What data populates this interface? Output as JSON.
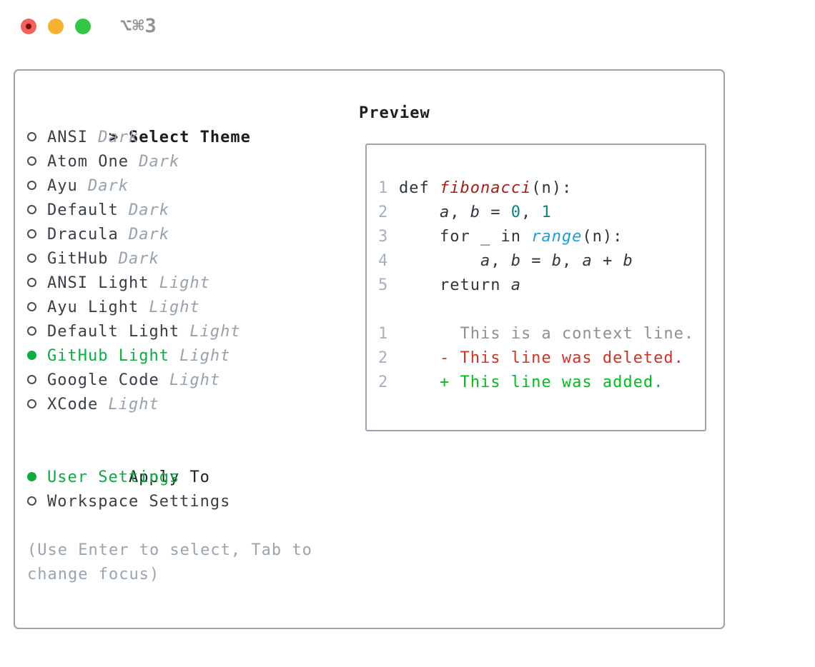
{
  "window": {
    "title": "⌥⌘3",
    "traffic_lights": [
      {
        "name": "close",
        "color": "#f4605b",
        "has_dot": true,
        "dot_color": "#7a100b"
      },
      {
        "name": "minimize",
        "color": "#f6b12f",
        "has_dot": false
      },
      {
        "name": "zoom",
        "color": "#33c748",
        "has_dot": false
      }
    ]
  },
  "theme_picker": {
    "header": {
      "prefix": ">",
      "label": "Select Theme"
    },
    "themes": [
      {
        "name": "ANSI",
        "variant": "Dark",
        "selected": false
      },
      {
        "name": "Atom One",
        "variant": "Dark",
        "selected": false
      },
      {
        "name": "Ayu",
        "variant": "Dark",
        "selected": false
      },
      {
        "name": "Default",
        "variant": "Dark",
        "selected": false
      },
      {
        "name": "Dracula",
        "variant": "Dark",
        "selected": false
      },
      {
        "name": "GitHub",
        "variant": "Dark",
        "selected": false
      },
      {
        "name": "ANSI Light",
        "variant": "Light",
        "selected": false
      },
      {
        "name": "Ayu Light",
        "variant": "Light",
        "selected": false
      },
      {
        "name": "Default Light",
        "variant": "Light",
        "selected": false
      },
      {
        "name": "GitHub Light",
        "variant": "Light",
        "selected": true
      },
      {
        "name": "Google Code",
        "variant": "Light",
        "selected": false
      },
      {
        "name": "XCode",
        "variant": "Light",
        "selected": false
      }
    ],
    "apply_to": {
      "label": "Apply To",
      "options": [
        {
          "label": "User Settings",
          "selected": true
        },
        {
          "label": "Workspace Settings",
          "selected": false
        }
      ]
    },
    "hint": "(Use Enter to select, Tab to change focus)"
  },
  "preview": {
    "label": "Preview",
    "lines": [
      {
        "num": "1",
        "tokens": [
          {
            "t": "def ",
            "c": "code"
          },
          {
            "t": "fibonacci",
            "c": "red",
            "i": true
          },
          {
            "t": "(n):",
            "c": "code"
          }
        ]
      },
      {
        "num": "2",
        "tokens": [
          {
            "t": "    ",
            "c": "code"
          },
          {
            "t": "a",
            "c": "code",
            "i": true
          },
          {
            "t": ", ",
            "c": "code"
          },
          {
            "t": "b",
            "c": "code",
            "i": true
          },
          {
            "t": " = ",
            "c": "code"
          },
          {
            "t": "0",
            "c": "teal"
          },
          {
            "t": ", ",
            "c": "code"
          },
          {
            "t": "1",
            "c": "teal"
          }
        ]
      },
      {
        "num": "3",
        "tokens": [
          {
            "t": "    for _ in ",
            "c": "code"
          },
          {
            "t": "range",
            "c": "blue",
            "i": true
          },
          {
            "t": "(n):",
            "c": "code"
          }
        ]
      },
      {
        "num": "4",
        "tokens": [
          {
            "t": "        ",
            "c": "code"
          },
          {
            "t": "a",
            "c": "code",
            "i": true
          },
          {
            "t": ", ",
            "c": "code"
          },
          {
            "t": "b",
            "c": "code",
            "i": true
          },
          {
            "t": " = ",
            "c": "code"
          },
          {
            "t": "b",
            "c": "code",
            "i": true
          },
          {
            "t": ", ",
            "c": "code"
          },
          {
            "t": "a",
            "c": "code",
            "i": true
          },
          {
            "t": " + ",
            "c": "code"
          },
          {
            "t": "b",
            "c": "code",
            "i": true
          }
        ]
      },
      {
        "num": "5",
        "tokens": [
          {
            "t": "    return ",
            "c": "code"
          },
          {
            "t": "a",
            "c": "code",
            "i": true
          }
        ]
      },
      {
        "num": "",
        "tokens": []
      },
      {
        "num": "1",
        "tokens": [
          {
            "t": "      This is a context line.",
            "c": "gray"
          }
        ]
      },
      {
        "num": "2",
        "tokens": [
          {
            "t": "    - This line was deleted.",
            "c": "del"
          }
        ]
      },
      {
        "num": "2",
        "tokens": [
          {
            "t": "    + This line was added.",
            "c": "add"
          }
        ]
      }
    ]
  },
  "colors": {
    "panel_border": "#9aa3ad",
    "selection_green": "#0cac41",
    "variant_gray": "#98a2ad",
    "hint_gray": "#9aa4af",
    "item_text": "#383f47",
    "header_text": "#1b1e21",
    "code_text": "#30363d",
    "line_number": "#a7b1bd",
    "function_red": "#a32016",
    "number_teal": "#0e8181",
    "builtin_blue": "#1c9fd7",
    "context_gray": "#8a9199",
    "deleted_red": "#cd3424",
    "added_green": "#04bd1c",
    "title_gray": "#919296",
    "traffic_red": "#f4605b",
    "traffic_yellow": "#f6b12f",
    "traffic_green": "#33c748"
  }
}
